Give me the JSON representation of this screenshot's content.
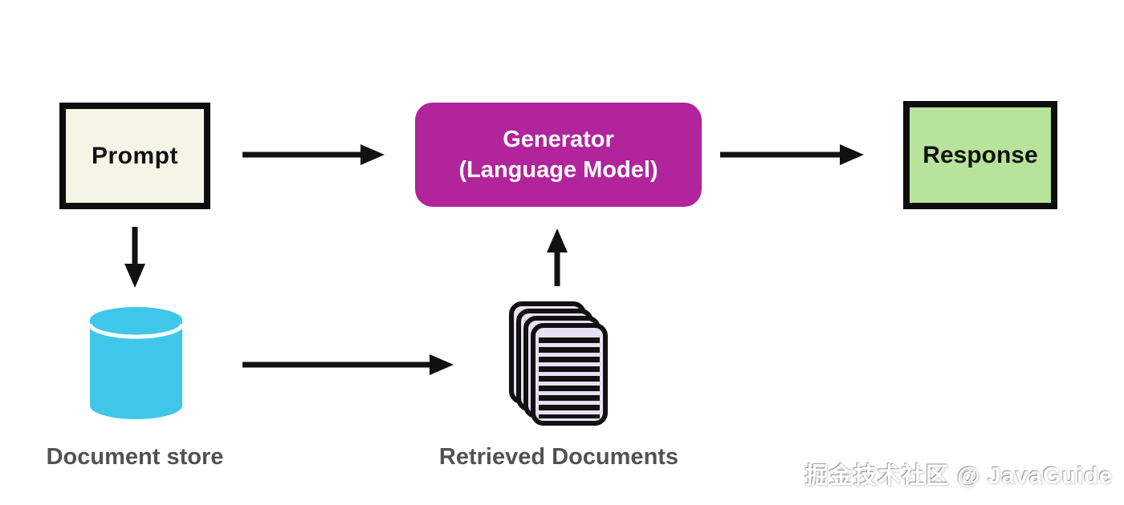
{
  "diagram": {
    "title_implicit": "Retrieval-Augmented Generation flow",
    "nodes": {
      "prompt": {
        "label": "Prompt"
      },
      "generator": {
        "label_line1": "Generator",
        "label_line2": "(Language Model)"
      },
      "response": {
        "label": "Response"
      },
      "document_store": {
        "label": "Document store",
        "icon": "database-cylinder-icon"
      },
      "retrieved_documents": {
        "label": "Retrieved Documents",
        "icon": "document-stack-icon"
      }
    },
    "edges": [
      {
        "from": "prompt",
        "to": "generator",
        "direction": "right"
      },
      {
        "from": "generator",
        "to": "response",
        "direction": "right"
      },
      {
        "from": "prompt",
        "to": "document_store",
        "direction": "down"
      },
      {
        "from": "document_store",
        "to": "retrieved_documents",
        "direction": "right"
      },
      {
        "from": "retrieved_documents",
        "to": "generator",
        "direction": "up"
      }
    ],
    "colors": {
      "background": "#ffffff",
      "prompt_fill": "#f4f5e6",
      "prompt_border": "#0d0d0d",
      "generator_fill": "#b1249b",
      "generator_text": "#ffffff",
      "response_fill": "#b8e39b",
      "response_border": "#0d0d0d",
      "cylinder_fill": "#3ec7e8",
      "document_fill": "#e6e0f2",
      "document_stroke": "#111111",
      "arrow": "#111111",
      "caption_text": "#525252"
    }
  },
  "watermark": {
    "text": "掘金技术社区 @ JavaGuide"
  }
}
